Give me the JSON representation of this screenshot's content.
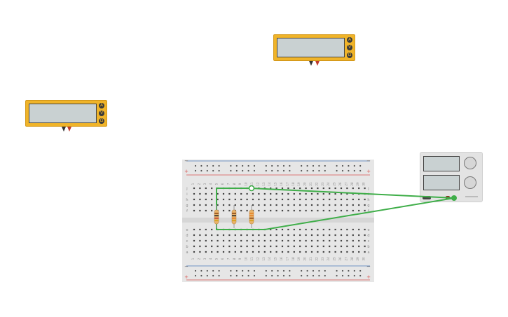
{
  "multimeters": [
    {
      "name": "multimeter-top",
      "knob_labels": [
        "A",
        "V",
        "Ω"
      ]
    },
    {
      "name": "multimeter-left",
      "knob_labels": [
        "A",
        "V",
        "Ω"
      ]
    }
  ],
  "breadboard": {
    "columns": [
      "1",
      "2",
      "3",
      "4",
      "5",
      "6",
      "7",
      "8",
      "9",
      "10",
      "11",
      "12",
      "13",
      "14",
      "15",
      "16",
      "17",
      "18",
      "19",
      "20",
      "21",
      "22",
      "23",
      "24",
      "25",
      "26",
      "27",
      "28",
      "29",
      "30"
    ],
    "top_rows": [
      "j",
      "i",
      "h",
      "g",
      "f"
    ],
    "bottom_rows": [
      "e",
      "d",
      "c",
      "b",
      "a"
    ],
    "rail_minus": "−",
    "rail_plus": "+"
  },
  "resistors": [
    {
      "name": "resistor-1",
      "bands": [
        "#8b4513",
        "#222222",
        "#c0392b",
        "#d4a017"
      ]
    },
    {
      "name": "resistor-2",
      "bands": [
        "#8b4513",
        "#222222",
        "#e67e22",
        "#d4a017"
      ]
    },
    {
      "name": "resistor-3",
      "bands": [
        "#e67e22",
        "#e67e22",
        "#8b4513",
        "#d4a017"
      ]
    }
  ],
  "colors": {
    "wire": "#3fae49",
    "multimeter_body": "#f0b429",
    "screen": "#c9d1d2",
    "rail_red": "#d9534f",
    "rail_blue": "#4a78b8"
  },
  "power_supply": {
    "name": "power-supply",
    "icons": [
      "dial-icon",
      "dial-icon"
    ]
  }
}
